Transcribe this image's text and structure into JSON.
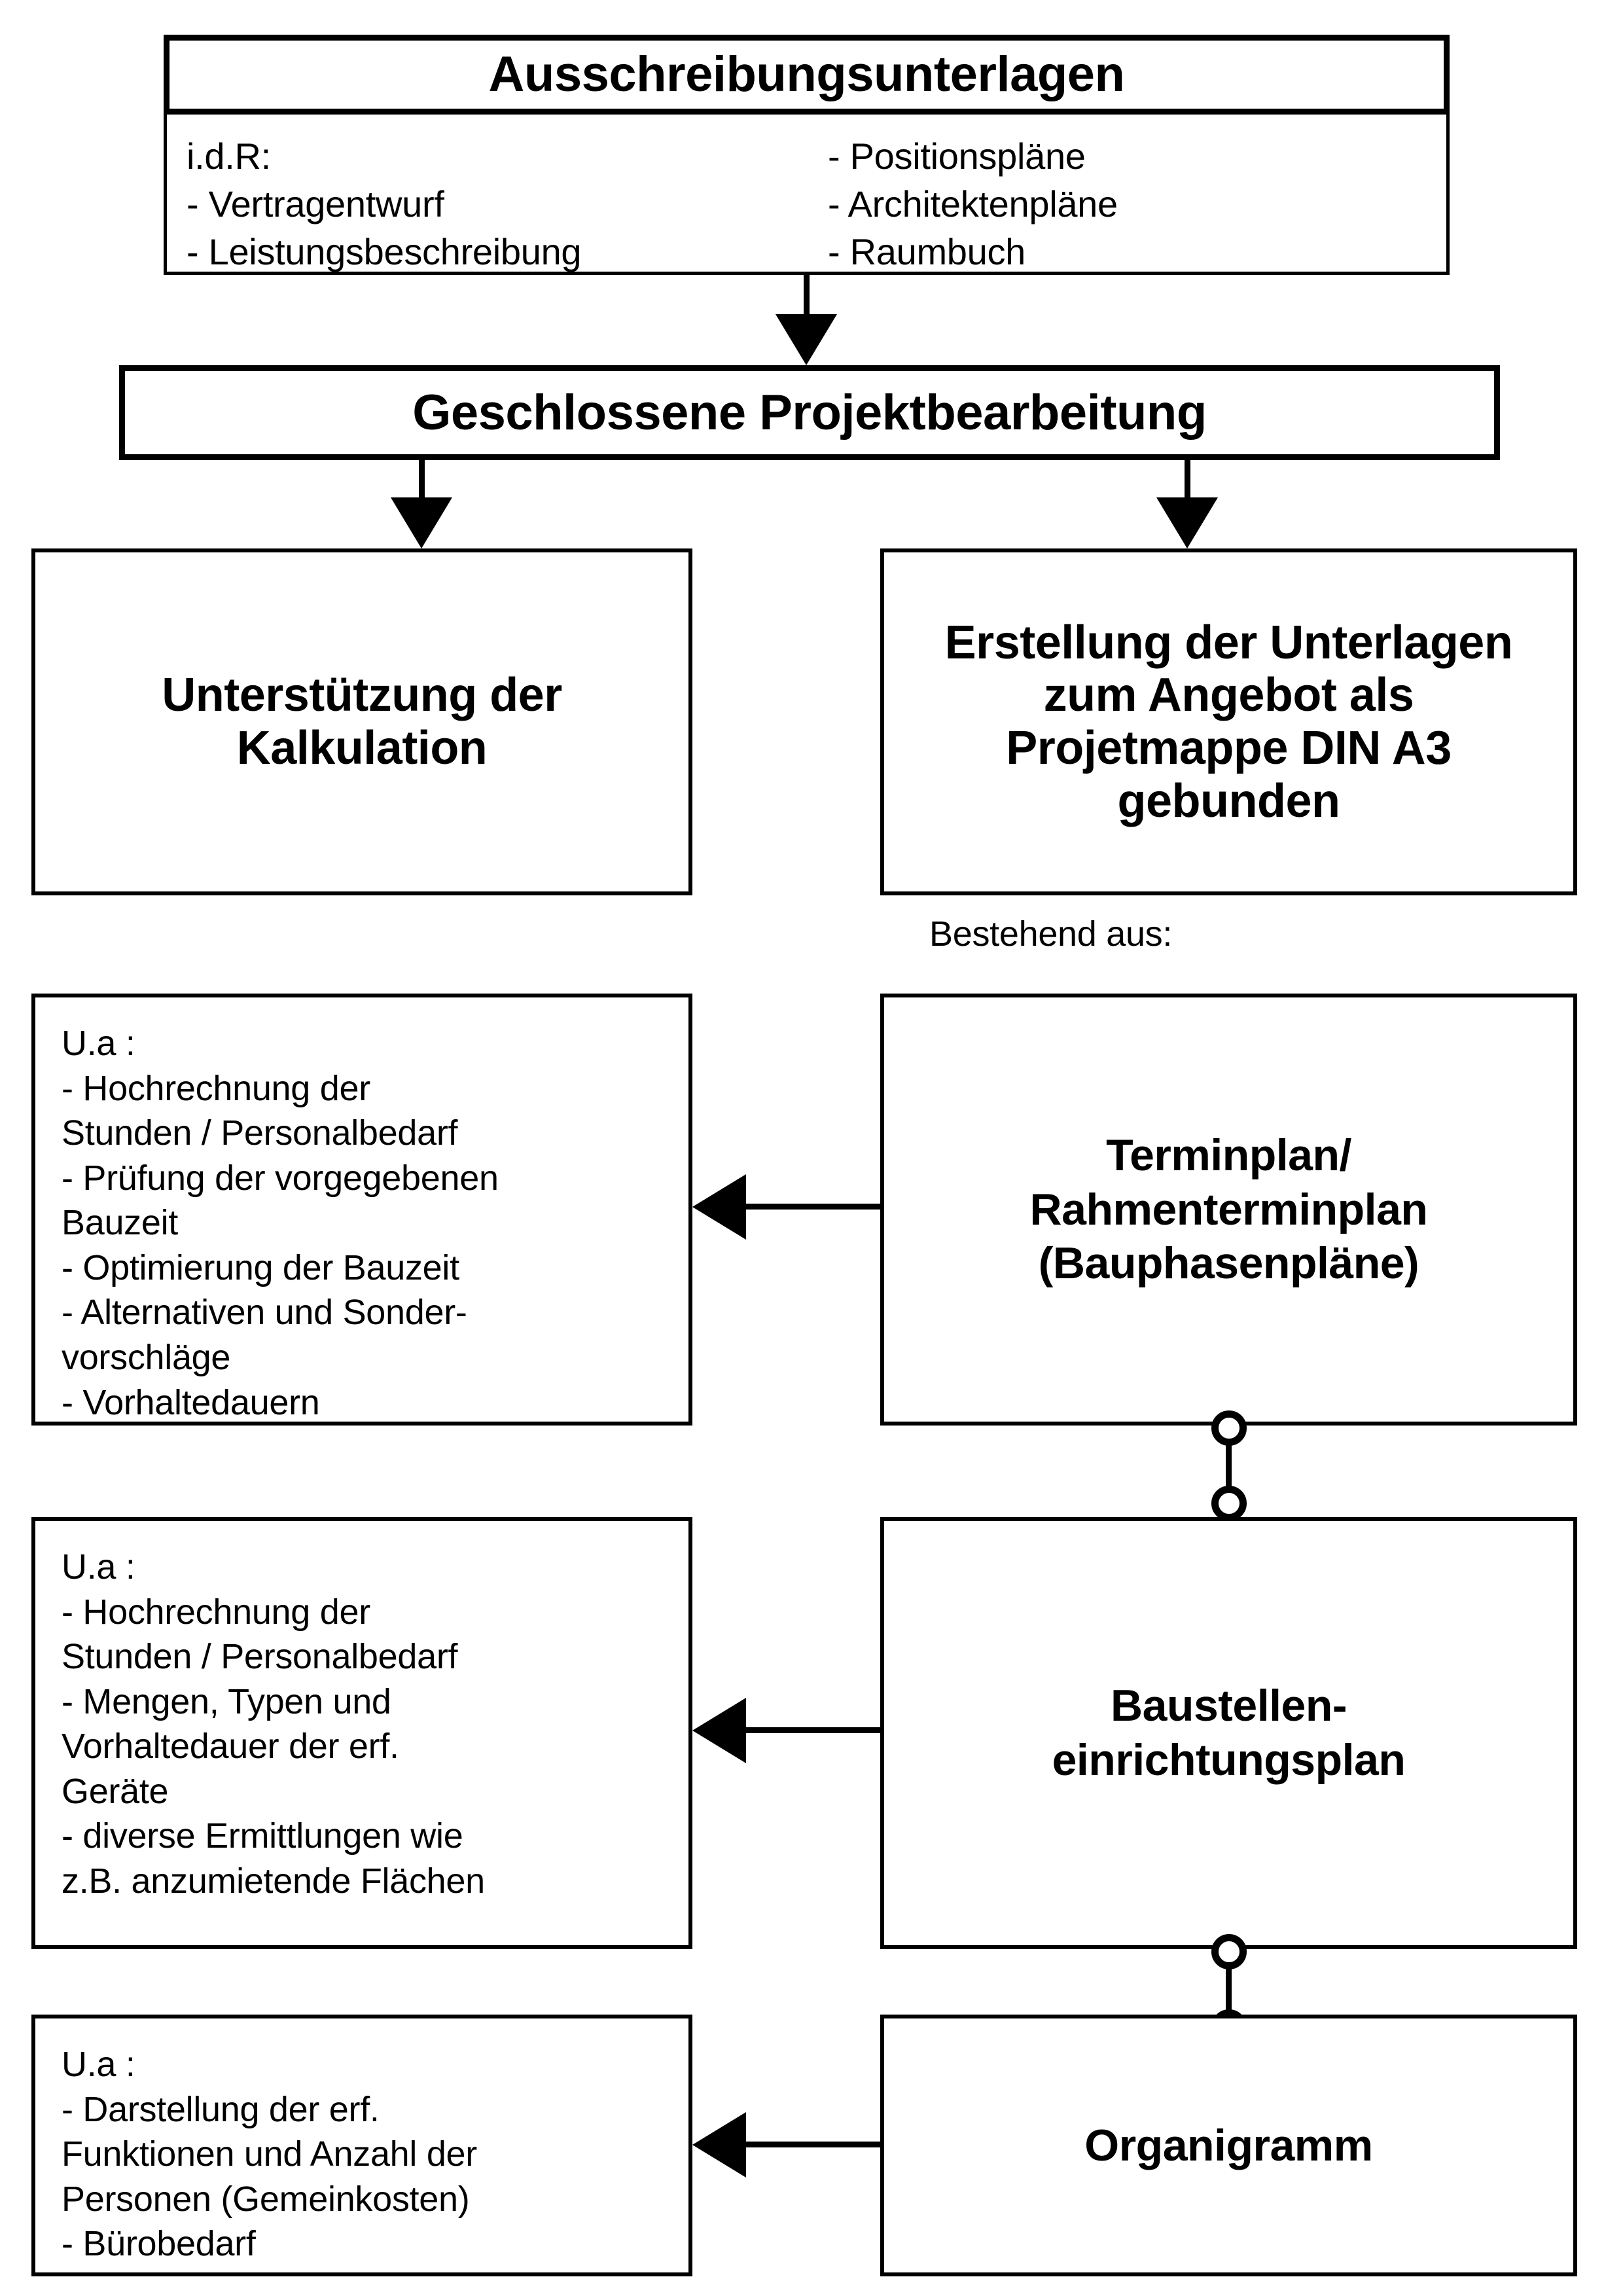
{
  "diagram": {
    "type": "flowchart",
    "language": "de",
    "colors": {
      "stroke": "#000000",
      "fill": "#ffffff",
      "text": "#000000"
    },
    "nodes": {
      "ausschreibungsunterlagen": {
        "title": "Ausschreibungsunterlagen",
        "left_column": "i.d.R:\n- Vertragentwurf\n- Leistungsbeschreibung",
        "right_column": "- Positionspläne\n- Architektenpläne\n- Raumbuch"
      },
      "geschlossene_projektbearbeitung": {
        "title": "Geschlossene Projektbearbeitung"
      },
      "unterstuetzung_kalkulation": {
        "title": "Unterstützung der Kalkulation"
      },
      "erstellung_unterlagen": {
        "title": "Erstellung der Unterlagen zum Angebot als Projetmappe DIN A3 gebunden"
      },
      "bestehend_aus_label": {
        "text": "Bestehend aus:"
      },
      "terminplan": {
        "title": "Terminplan/ Rahmenterminplan (Bauphasenpläne)"
      },
      "baustelleneinrichtungsplan": {
        "title": "Baustellen- einrichtungsplan"
      },
      "organigramm": {
        "title": "Organigramm"
      },
      "details_terminplan": {
        "text": "U.a :\n- Hochrechnung der\n   Stunden / Personalbedarf\n- Prüfung der vorgegebenen\n   Bauzeit\n- Optimierung der Bauzeit\n- Alternativen und Sonder-\n   vorschläge\n- Vorhaltedauern"
      },
      "details_baustelleneinrichtung": {
        "text": "U.a :\n- Hochrechnung der\n   Stunden / Personalbedarf\n- Mengen, Typen und\n   Vorhaltedauer der erf.\n   Geräte\n- diverse Ermittlungen wie\n   z.B. anzumietende Flächen"
      },
      "details_organigramm": {
        "text": "U.a :\n- Darstellung der erf.\n   Funktionen und Anzahl der\n   Personen (Gemeinkosten)\n- Bürobedarf"
      }
    }
  }
}
